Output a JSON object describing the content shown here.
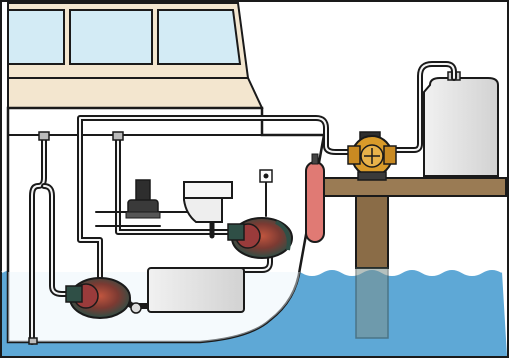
{
  "diagram": {
    "subject": "boat-waste-pump-out-system",
    "colors": {
      "frame": "#1a1a1a",
      "water": "#5ea8d6",
      "water_dark": "#3f8fc4",
      "hull_fill": "#ffffff",
      "cabin_fill": "#f3e6cf",
      "window_fill": "#d3ebf5",
      "dock_wood": "#9a7b54",
      "dock_wood_dark": "#7a5e3c",
      "tank_fill": "#e6e6e6",
      "pipe": "#1a1a1a",
      "pipe_highlight": "#f5f5f5",
      "pump_brass": "#d99b2a",
      "pump_body": "#3a7a6a",
      "pump_red": "#9a3b3b",
      "accumulator": "#e07a74",
      "toilet_fill": "#eeeeee"
    },
    "components": [
      "cabin-windows",
      "hull",
      "holding-tank",
      "toilet",
      "macerator-pump",
      "discharge-pump",
      "vent-valve",
      "accumulator-tank",
      "dock",
      "dock-pump",
      "shore-storage-tank"
    ]
  }
}
